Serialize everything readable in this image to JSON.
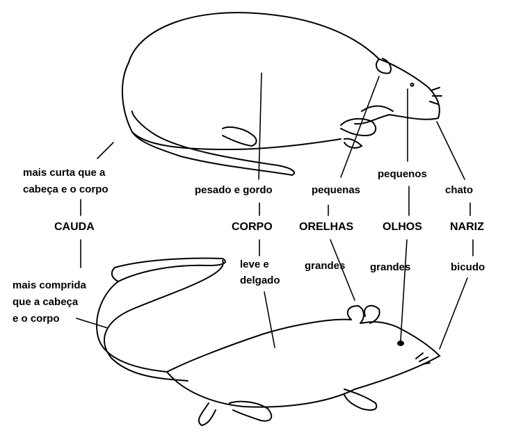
{
  "cauda": {
    "title": "CAUDA",
    "top_1": "mais curta que a",
    "top_2": "cabeça e o corpo",
    "bottom_1": "mais comprida",
    "bottom_2": "que a cabeça",
    "bottom_3": "e o corpo"
  },
  "corpo": {
    "title": "CORPO",
    "top": "pesado e gordo",
    "bottom_1": "leve e",
    "bottom_2": "delgado"
  },
  "orelhas": {
    "title": "ORELHAS",
    "top": "pequenas",
    "bottom": "grandes"
  },
  "olhos": {
    "title": "OLHOS",
    "top": "pequenos",
    "bottom": "grandes"
  },
  "nariz": {
    "title": "NARIZ",
    "top": "chato",
    "bottom": "bicudo"
  }
}
